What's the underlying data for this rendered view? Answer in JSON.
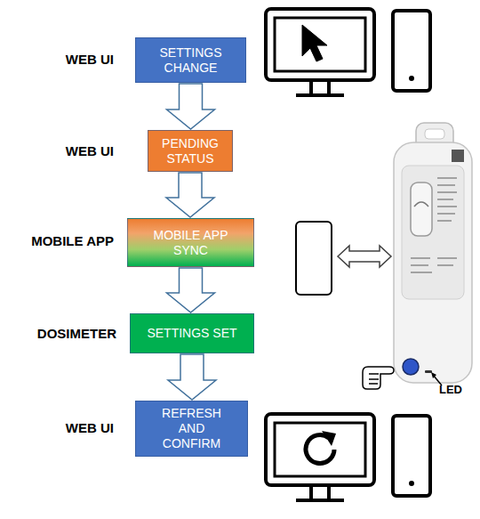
{
  "diagram": {
    "nodes": [
      {
        "text": [
          "SETTINGS CHANGE"
        ]
      },
      {
        "text": [
          "PENDING STATUS"
        ]
      },
      {
        "text": [
          "MOBILE APP SYNC"
        ]
      },
      {
        "text": [
          "SETTINGS SET"
        ]
      },
      {
        "text": [
          "REFRESH AND CONFIRM"
        ]
      }
    ],
    "edges": [
      {
        "from": 0,
        "to": 1,
        "arrow": "to"
      },
      {
        "from": 1,
        "to": 2,
        "arrow": "to"
      },
      {
        "from": 2,
        "to": 3,
        "arrow": "to"
      },
      {
        "from": 3,
        "to": 4,
        "arrow": "to"
      }
    ],
    "labels": [
      "WEB UI",
      "WEB UI",
      "MOBILE APP",
      "DOSIMETER",
      "WEB UI",
      "LED"
    ]
  }
}
